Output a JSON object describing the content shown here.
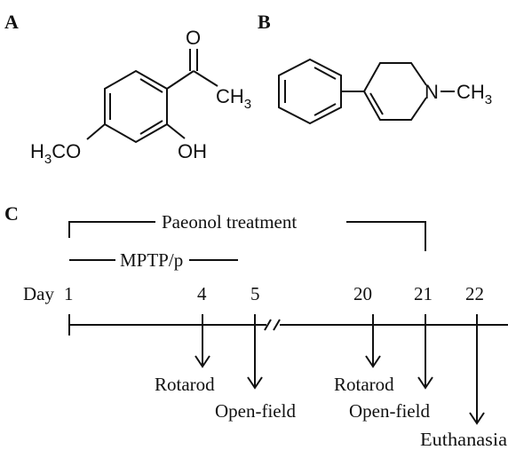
{
  "panels": {
    "a": "A",
    "b": "B",
    "c": "C"
  },
  "structure_a": {
    "o": "O",
    "ch3": "CH",
    "ch3_sub": "3",
    "h3co_h": "H",
    "h3co_sub": "3",
    "h3co_co": "CO",
    "oh": "OH"
  },
  "structure_b": {
    "n": "N",
    "ch3": "CH",
    "ch3_sub": "3"
  },
  "timeline": {
    "treatment_label": "Paeonol treatment",
    "mptp_label": "MPTP/p",
    "day_label": "Day",
    "days": {
      "d1": "1",
      "d4": "4",
      "d5": "5",
      "d20": "20",
      "d21": "21",
      "d22": "22"
    },
    "events": {
      "rotarod1": "Rotarod",
      "openfield1": "Open-field",
      "rotarod2": "Rotarod",
      "openfield2": "Open-field",
      "euthanasia": "Euthanasia"
    }
  }
}
